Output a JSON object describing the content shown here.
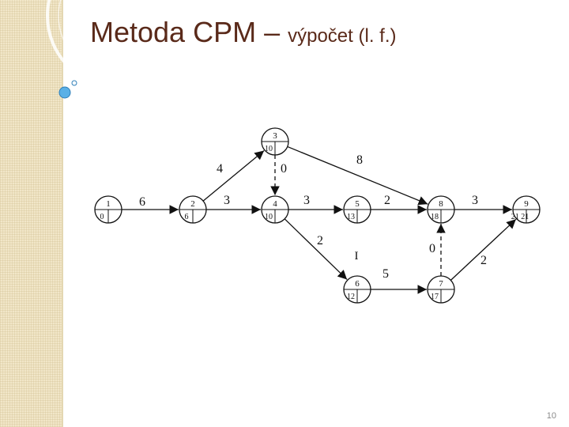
{
  "slide": {
    "title_main": "Metoda CPM – ",
    "title_sub": "výpočet (l. f.)",
    "page_number": "10"
  },
  "diagram": {
    "nodes": [
      {
        "id": "1",
        "top": "1",
        "bottom": "0"
      },
      {
        "id": "2",
        "top": "2",
        "bottom": "6"
      },
      {
        "id": "3",
        "top": "3",
        "bottom": "10"
      },
      {
        "id": "4",
        "top": "4",
        "bottom": "10"
      },
      {
        "id": "5",
        "top": "5",
        "bottom": "13"
      },
      {
        "id": "6",
        "top": "6",
        "bottom": "12"
      },
      {
        "id": "7",
        "top": "7",
        "bottom": "17"
      },
      {
        "id": "8",
        "top": "8",
        "bottom": "18"
      },
      {
        "id": "9",
        "top": "9",
        "bottom": "21  21"
      }
    ],
    "edges": [
      {
        "from": "1",
        "to": "2",
        "label": "6",
        "dashed": false
      },
      {
        "from": "2",
        "to": "3",
        "label": "4",
        "dashed": false
      },
      {
        "from": "2",
        "to": "4",
        "label": "3",
        "dashed": false
      },
      {
        "from": "3",
        "to": "4",
        "label": "0",
        "dashed": true
      },
      {
        "from": "3",
        "to": "8",
        "label": "8",
        "dashed": false
      },
      {
        "from": "4",
        "to": "5",
        "label": "3",
        "dashed": false
      },
      {
        "from": "4",
        "to": "6",
        "label": "2",
        "dashed": false
      },
      {
        "from": "5",
        "to": "8",
        "label": "2",
        "dashed": false
      },
      {
        "from": "6",
        "to": "7",
        "label": "5",
        "dashed": false
      },
      {
        "from": "7",
        "to": "8",
        "label": "0",
        "dashed": true
      },
      {
        "from": "7",
        "to": "9",
        "label": "2",
        "dashed": false
      },
      {
        "from": "8",
        "to": "9",
        "label": "3",
        "dashed": false
      }
    ],
    "annotations": [
      {
        "text": "I"
      }
    ]
  }
}
